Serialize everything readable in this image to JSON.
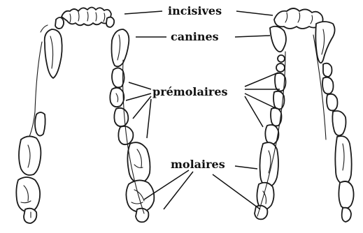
{
  "labels": {
    "incisives": "incisives",
    "canines": "canines",
    "premolaires": "prémolaires",
    "molaires": "molaires"
  },
  "colors": {
    "ink": "#111111",
    "background": "#ffffff"
  }
}
